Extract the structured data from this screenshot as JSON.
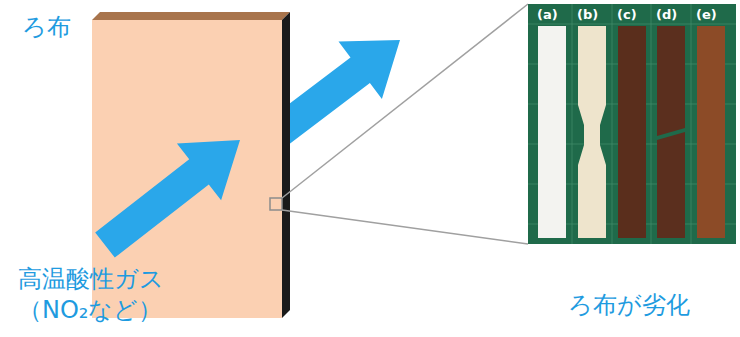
{
  "diagram": {
    "labels": [
      "ろ布",
      "高温酸性ガス （NO₂など）",
      "(a)",
      "(b)",
      "(c)",
      "(d)",
      "(e)",
      "ろ布が劣化"
    ]
  }
}
